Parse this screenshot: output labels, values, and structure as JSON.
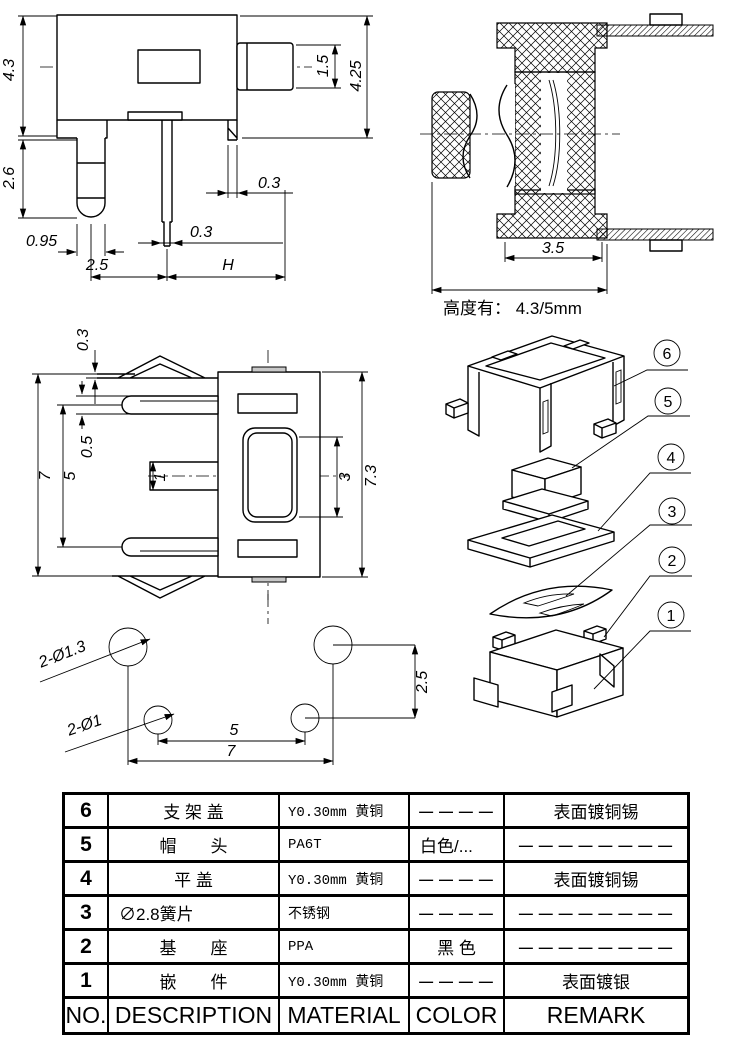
{
  "colors": {
    "line": "#000000",
    "background": "#ffffff"
  },
  "side_view": {
    "dim_body_height": "4.3",
    "dim_leg_height": "2.6",
    "dim_plunger_height": "1.5",
    "dim_total_height": "4.25",
    "dim_foot_width": "0.3",
    "dim_pin_width": "0.3",
    "dim_leg_width": "0.95",
    "dim_pin_pitch": "2.5",
    "dim_stem_length": "H"
  },
  "section_view": {
    "dim_core_width": "3.5",
    "note": "高度有： 4.3/5mm"
  },
  "top_view": {
    "dim_tab_thickness": "0.3",
    "dim_lead_width": "0.5",
    "dim_notch_width": "1",
    "dim_lead_pitch": "5",
    "dim_body_length": "7",
    "dim_hole_length": "3",
    "dim_body_width": "7.3"
  },
  "footprint": {
    "label_outer_holes": "2-Ø1.3",
    "label_inner_holes": "2-Ø1",
    "dim_inner_pitch": "5",
    "dim_outer_pitch": "7",
    "dim_row_offset": "2.5"
  },
  "exploded_view": {
    "balloons": [
      "6",
      "5",
      "4",
      "3",
      "2",
      "1"
    ]
  },
  "bom_table": {
    "headers": [
      "NO.",
      "DESCRIPTION",
      "MATERIAL",
      "COLOR",
      "REMARK"
    ],
    "rows": [
      {
        "no": "6",
        "description": "支 架 盖",
        "material": "Y0.30mm 黄铜",
        "color": "— — — —",
        "remark": "表面镀铜锡"
      },
      {
        "no": "5",
        "description": "帽　　头",
        "material": "PA6T",
        "color": "白色/...",
        "remark": "— — — — — — — —"
      },
      {
        "no": "4",
        "description": "平  盖",
        "material": "Y0.30mm 黄铜",
        "color": "— — — —",
        "remark": "表面镀铜锡"
      },
      {
        "no": "3",
        "description": "∅2.8簧片",
        "material": "不锈钢",
        "color": "— — — —",
        "remark": "— — — — — — — —"
      },
      {
        "no": "2",
        "description": "基　　座",
        "material": "PPA",
        "color": "黑 色",
        "remark": "— — — — — — — —"
      },
      {
        "no": "1",
        "description": "嵌　　件",
        "material": "Y0.30mm 黄铜",
        "color": "— — — —",
        "remark": "表面镀银"
      }
    ]
  }
}
